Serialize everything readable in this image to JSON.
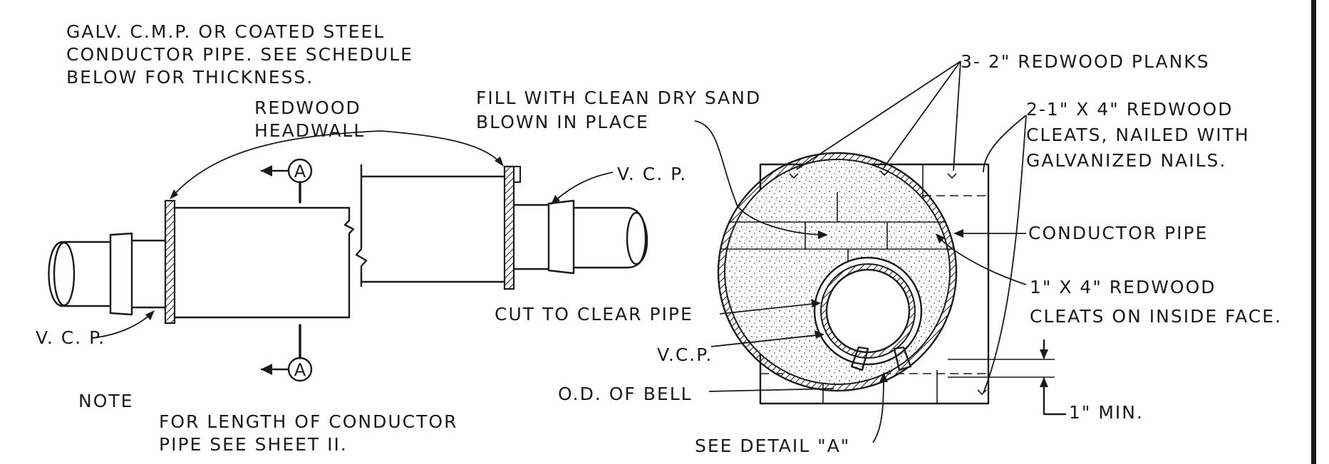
{
  "drawing": {
    "left_view": {
      "conductor_note": [
        "GALV. C.M.P. OR COATED STEEL",
        "CONDUCTOR PIPE. SEE SCHEDULE",
        "BELOW FOR THICKNESS."
      ],
      "headwall": [
        "REDWOOD",
        "HEADWALL"
      ],
      "fill_note": [
        "FILL WITH CLEAN DRY SAND",
        "BLOWN IN PLACE"
      ],
      "vcp_left": "V. C. P.",
      "vcp_right": "V. C. P.",
      "section_mark": "A",
      "cut_note": "CUT TO CLEAR PIPE",
      "note_title": "NOTE",
      "note_text": [
        "FOR LENGTH OF CONDUCTOR",
        "PIPE SEE SHEET II."
      ]
    },
    "section_view": {
      "planks": "3- 2\" REDWOOD PLANKS",
      "cleats_outer": [
        "2-1\" X 4\" REDWOOD",
        "CLEATS, NAILED WITH",
        "GALVANIZED NAILS."
      ],
      "conductor_pipe": "CONDUCTOR PIPE",
      "cleats_inner": [
        "1\" X 4\" REDWOOD",
        "CLEATS ON INSIDE FACE."
      ],
      "vcp": "V.C.P.",
      "od_bell": "O.D. OF BELL",
      "detail": "SEE DETAIL \"A\"",
      "min_dim": "1\" MIN."
    }
  }
}
